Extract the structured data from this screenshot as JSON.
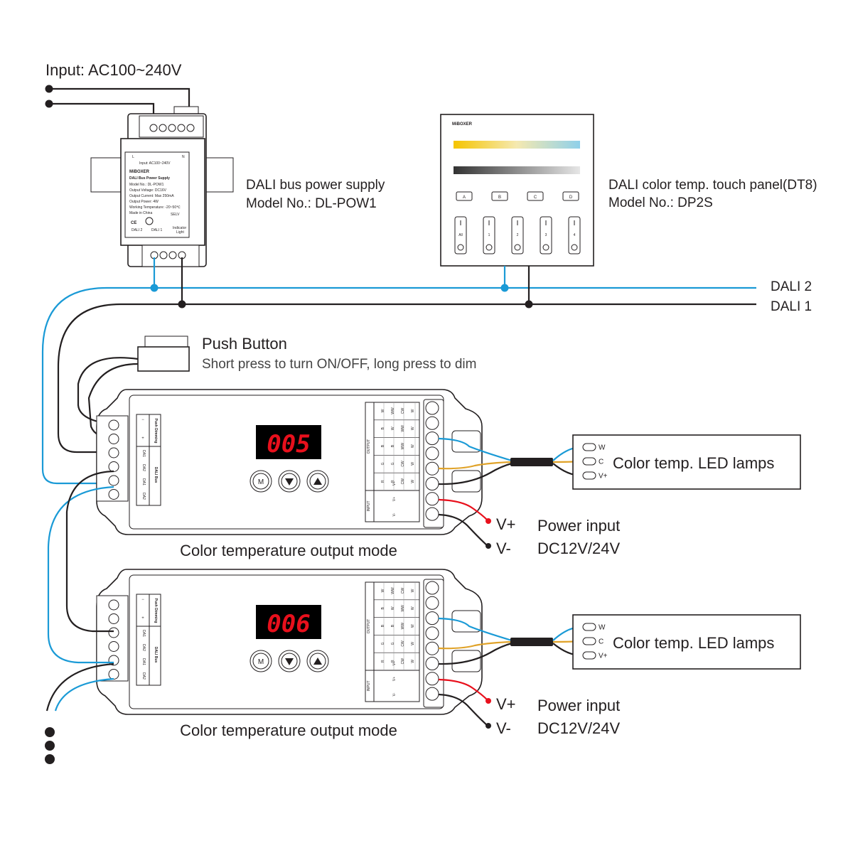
{
  "input_label": "Input: AC100~240V",
  "power_supply": {
    "title": "DALI bus power supply",
    "model": "Model No.: DL-POW1",
    "brand": "MiBOXER",
    "plate": {
      "top_l": "L",
      "top_n": "N",
      "input": "Input: AC100~240V",
      "name": "DALI Bus Power Supply",
      "l1": "Model No.: DL-POW1",
      "l2": "Output Voltage: DC16V",
      "l3": "Output Current: Max 250mA",
      "l4": "Output Power: 4W",
      "l5": "Working Temperature: -20~50℃",
      "l6": "Made in China",
      "selv": "SELV",
      "dali2": "DALI 2",
      "dali1": "DALI 1",
      "indicator": "Indicator",
      "light": "Light"
    }
  },
  "panel": {
    "title": "DALI color temp. touch panel(DT8)",
    "model": "Model No.: DP2S",
    "brand": "MiBOXER",
    "groups": [
      "A",
      "B",
      "C",
      "D"
    ],
    "zones": [
      "All",
      "1",
      "2",
      "3",
      "4"
    ]
  },
  "bus": {
    "dali2": "DALI 2",
    "dali1": "DALI 1"
  },
  "push_button": {
    "title": "Push Button",
    "desc": "Short press to turn ON/OFF, long press to dim"
  },
  "controllers": [
    {
      "display": "005",
      "mode_label": "Color temperature output mode",
      "power_label": "Power input",
      "power_spec": "DC12V/24V",
      "vplus": "V+",
      "vminus": "V-",
      "lamp_label": "Color temp. LED lamps"
    },
    {
      "display": "006",
      "mode_label": "Color temperature output mode",
      "power_label": "Power input",
      "power_spec": "DC12V/24V",
      "vplus": "V+",
      "vminus": "V-",
      "lamp_label": "Color temp. LED lamps"
    }
  ],
  "controller_labels": {
    "push_dimming": "Push Dimming",
    "minus": "−",
    "plus": "+",
    "dali_bus": "DALI Bus",
    "da1": "DA1",
    "da2": "DA2",
    "output": "OUTPUT",
    "input": "INPUT",
    "btn_m": "M",
    "col_r": "R",
    "col_g": "G",
    "col_b": "B",
    "col_w": "W",
    "col_cw": "CW",
    "col_ww": "WW",
    "v_plus": "V+",
    "v_minus": "V-"
  },
  "lamp_terminals": [
    "W",
    "C",
    "V+"
  ],
  "colors": {
    "dali2_wire": "#1a9ad6",
    "dali1_wire": "#231f20",
    "warm_wire": "#e0a32a",
    "vplus_wire": "#e8101c",
    "display_digits": "#e8101c"
  }
}
